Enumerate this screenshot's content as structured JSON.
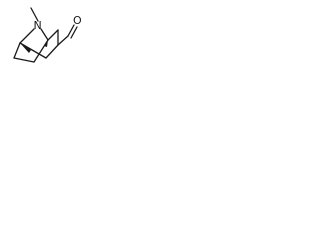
{
  "molecule": {
    "atoms": [
      {
        "id": "N",
        "element": "N",
        "label": "N"
      },
      {
        "id": "CH3",
        "element": "C",
        "label": ""
      },
      {
        "id": "C1",
        "element": "C",
        "label": "",
        "stereo": "H"
      },
      {
        "id": "C5",
        "element": "C",
        "label": ""
      },
      {
        "id": "C2",
        "element": "C",
        "label": ""
      },
      {
        "id": "C3",
        "element": "C",
        "label": ""
      },
      {
        "id": "C4",
        "element": "C",
        "label": ""
      },
      {
        "id": "C6",
        "element": "C",
        "label": ""
      },
      {
        "id": "C7",
        "element": "C",
        "label": ""
      },
      {
        "id": "CHO_C",
        "element": "C",
        "label": ""
      },
      {
        "id": "O",
        "element": "O",
        "label": "O"
      }
    ],
    "bonds": [
      {
        "from": "N",
        "to": "CH3",
        "order": 1
      },
      {
        "from": "N",
        "to": "C1",
        "order": 1
      },
      {
        "from": "N",
        "to": "C5",
        "order": 1
      },
      {
        "from": "C1",
        "to": "C2",
        "order": 1
      },
      {
        "from": "C2",
        "to": "C3",
        "order": 1
      },
      {
        "from": "C3",
        "to": "C4",
        "order": 1
      },
      {
        "from": "C4",
        "to": "C5",
        "order": 1
      },
      {
        "from": "C1",
        "to": "C7",
        "order": 1
      },
      {
        "from": "C7",
        "to": "C6",
        "order": 1
      },
      {
        "from": "C6",
        "to": "C5",
        "order": 1
      },
      {
        "from": "C3",
        "to": "CHO_C",
        "order": 1
      },
      {
        "from": "CHO_C",
        "to": "O",
        "order": 2
      }
    ],
    "stereo_marks": [
      {
        "atom": "C1",
        "type": "wedge-H"
      },
      {
        "atom": "C5",
        "type": "hash-H"
      }
    ]
  }
}
